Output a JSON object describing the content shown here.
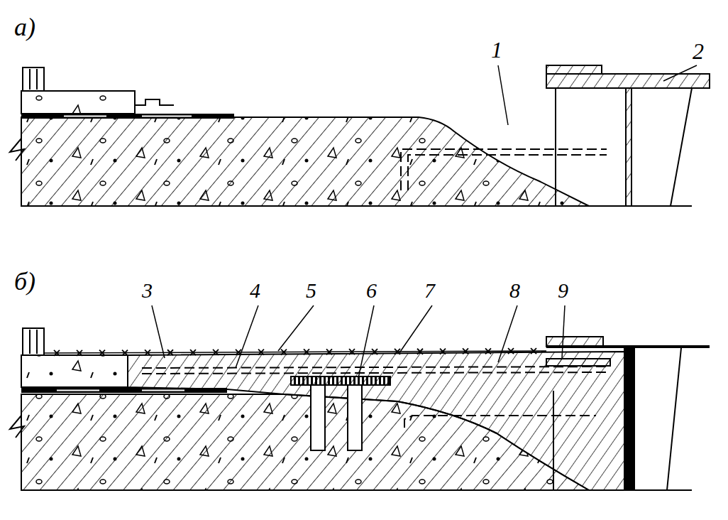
{
  "diagram": {
    "labels": [
      "а)",
      "1",
      "2",
      "б)",
      "3",
      "4",
      "5",
      "6",
      "7",
      "8",
      "9"
    ]
  }
}
